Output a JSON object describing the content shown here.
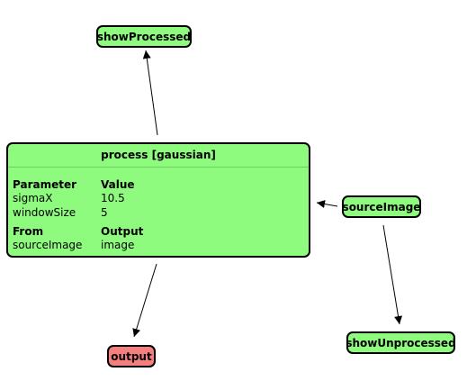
{
  "colors": {
    "node_fill": "#8efb7f",
    "output_fill": "#f57e7e",
    "border": "#000000"
  },
  "nodes": {
    "show_processed": {
      "label": "showProcessed"
    },
    "source_image": {
      "label": "sourceImage"
    },
    "show_unprocessed": {
      "label": "showUnprocessed"
    },
    "output": {
      "label": "output"
    }
  },
  "process": {
    "title": "process [gaussian]",
    "parameter_header": "Parameter",
    "value_header": "Value",
    "parameters": [
      {
        "name": "sigmaX",
        "value": "10.5"
      },
      {
        "name": "windowSize",
        "value": "5"
      }
    ],
    "from_header": "From",
    "output_header": "Output",
    "connections": [
      {
        "from": "sourceImage",
        "output": "image"
      }
    ]
  },
  "edges": [
    {
      "from": "process [gaussian]",
      "to": "showProcessed"
    },
    {
      "from": "sourceImage",
      "to": "process [gaussian]"
    },
    {
      "from": "sourceImage",
      "to": "showUnprocessed"
    },
    {
      "from": "process [gaussian]",
      "to": "output"
    }
  ]
}
